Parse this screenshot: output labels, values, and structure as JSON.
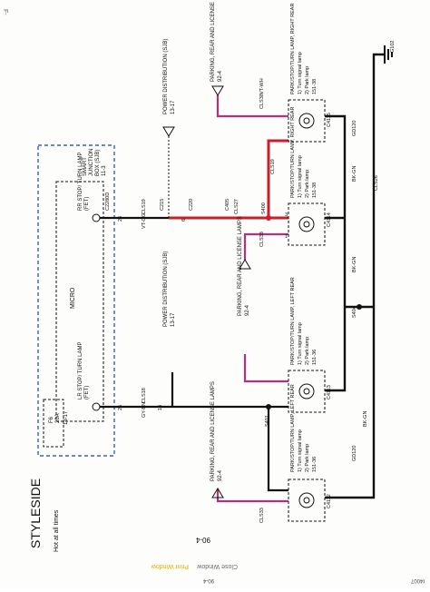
{
  "page": {
    "corner_code": "F-",
    "footer_page": "90-4",
    "footer_code": "90-4",
    "footer_close": "Close Window",
    "footer_print": "Print Window",
    "footer_id": "t4007"
  },
  "side_title": "STYLESIDE",
  "hot_at_all_times": "Hot at all times",
  "fuse": {
    "id": "F6",
    "amps": "20A",
    "ref": "13-17"
  },
  "sjb": {
    "l1": "SMART",
    "l2": "JUNCTION",
    "l3": "BOX (SJB)",
    "l4": "11-3"
  },
  "micro": "MICRO",
  "relays": [
    {
      "name": "RR STOP/ TURN LAMP",
      "tag": "(FET)"
    },
    {
      "name": "LR STOP/ TURN LAMP",
      "tag": "(FET)"
    }
  ],
  "connectors": [
    "C2280D",
    "C215",
    "C405",
    "C220",
    "C4112",
    "C4113",
    "C4114",
    "C4115",
    "S400",
    "S404",
    "S401",
    "G102"
  ],
  "pins": [
    "26",
    "25",
    "13",
    "6",
    "3",
    "1"
  ],
  "wires": {
    "w1": "CLS19",
    "w1c": "VT-OG",
    "w2": "CLS18",
    "w2c": "GY-BN",
    "w3": "CLS30",
    "w3c": "VT-WH",
    "w4": "GD120",
    "w4c": "BK-GN",
    "w5": "CLS33",
    "w5c": "VT-WH",
    "w6": "CLS27",
    "w7": "CLS26"
  },
  "power_dist": {
    "label": "POWER DISTRIBUTION (SJB)",
    "ref": "13-17"
  },
  "parking_ref": {
    "label": "PARKING, REAR AND LICENSE LAMPS",
    "ref": "92-4"
  },
  "lamps": [
    {
      "title": "PARK/STOP/TURN LAMP, RIGHT REAR",
      "l1": "1) Turn signal lamp",
      "l2": "2) Park lamp",
      "ref": "151-38"
    },
    {
      "title": "PARK/STOP/TURN LAMP, RIGHT REAR",
      "l1": "1) Turn signal lamp",
      "l2": "2) Park lamp",
      "ref": "151-38"
    },
    {
      "title": "PARK/STOP/TURN LAMP, LEFT REAR",
      "l1": "1) Turn signal lamp",
      "l2": "2) Park lamp",
      "ref": "151-36"
    },
    {
      "title": "PARK/STOP/TURN LAMP, LEFT REAR",
      "l1": "1) Turn signal lamp",
      "l2": "2) Park lamp",
      "ref": "151-36"
    }
  ],
  "colors": {
    "red_wire": "#c81e2e",
    "violet_wire": "#b5327a",
    "black_wire": "#111111",
    "dash_box": "#3a62b8",
    "footer_link": "#d6b400"
  }
}
